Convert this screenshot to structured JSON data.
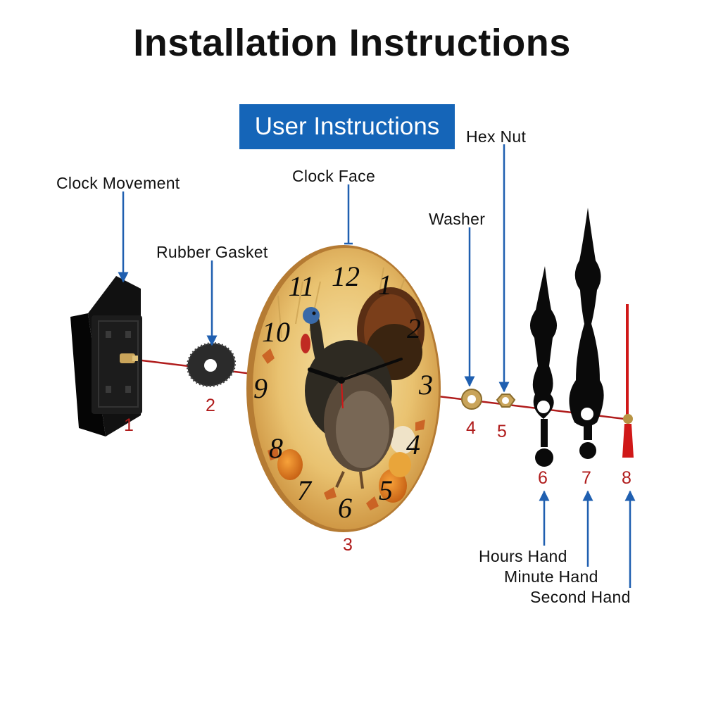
{
  "header": {
    "title": "Installation Instructions",
    "banner": "User Instructions"
  },
  "parts": [
    {
      "number": "1",
      "label": "Clock Movement"
    },
    {
      "number": "2",
      "label": "Rubber Gasket"
    },
    {
      "number": "3",
      "label": "Clock Face"
    },
    {
      "number": "4",
      "label": "Washer"
    },
    {
      "number": "5",
      "label": "Hex Nut"
    },
    {
      "number": "6",
      "label": "Hours Hand"
    },
    {
      "number": "7",
      "label": "Minute Hand"
    },
    {
      "number": "8",
      "label": "Second Hand"
    }
  ],
  "clock_numerals": [
    "12",
    "1",
    "2",
    "3",
    "4",
    "5",
    "6",
    "7",
    "8",
    "9",
    "10",
    "11"
  ],
  "colors": {
    "banner_blue": "#1565b8",
    "arrow_blue": "#1f5fb0",
    "axis_red": "#b01c1c",
    "number_red": "#b01c1c",
    "second_hand_red": "#d01818",
    "hand_black": "#0a0a0a"
  }
}
